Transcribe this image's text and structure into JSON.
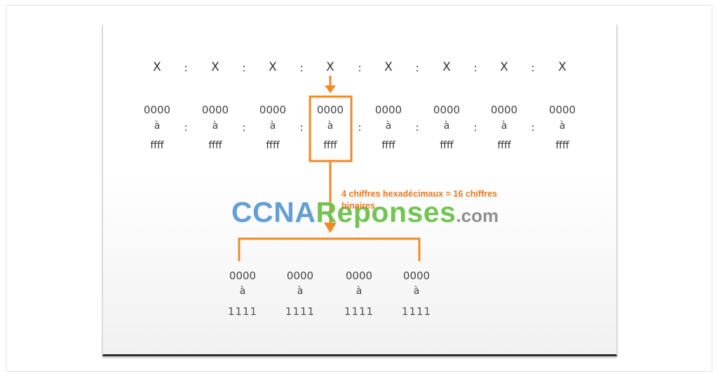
{
  "groups": [
    "X",
    "X",
    "X",
    "X",
    "X",
    "X",
    "X",
    "X"
  ],
  "separator": ":",
  "range": {
    "low": "0000",
    "mid": "à",
    "high": "ffff"
  },
  "annotation": "4 chiffres hexadécimaux = 16 chiffres binaires",
  "bits": {
    "low": "0000",
    "mid": "à",
    "high": "1111"
  },
  "watermark": {
    "part1": "CCNA",
    "part2": "Reponses",
    "part3": ".com"
  },
  "colors": {
    "accent": "#f08a24",
    "watermark_blue": "#5b9bd5",
    "watermark_green": "#6cc24a",
    "watermark_gray": "#8a8a8a"
  }
}
